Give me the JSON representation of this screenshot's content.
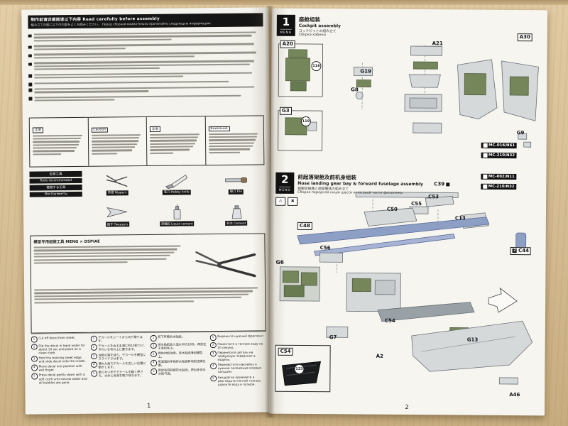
{
  "left_page": {
    "header": {
      "line1": "制作前请详细阅读以下内容  Read carefully before assembly",
      "line2": "組み立ての前に以下の内容をよくお読みください。 Перед сборкой внимательно прочитайте следующую информацию."
    },
    "caution": {
      "headers": [
        "注意",
        "Caution",
        "注意",
        "Внимание"
      ]
    },
    "tools": {
      "tags": [
        "全部工具",
        "Tools recommended",
        "使用する工具",
        "Инструменты"
      ],
      "items": [
        "剪钳 Nippers",
        "笔刀 Hobby knife",
        "锉刀 File",
        "镊子 Tweezers",
        "流缝胶 Liquid cement",
        "胶水 Cement"
      ]
    },
    "partner_box": {
      "title": "模型专用组装工具 MENG × DSPIAE"
    },
    "decal": {
      "numbers": [
        "1",
        "2",
        "3",
        "4",
        "5"
      ],
      "en": [
        "Cut off decal from sheet.",
        "Dip the decal in tepid water for about 10 sec and place on a clean cloth.",
        "Hold the backing sheet edge and slide decal onto the model.",
        "Move decal into position with wet finger.",
        "Press decal gently down with a soft cloth until excess water and all bubbles are gone."
      ],
      "jp": [
        "デカールをシートから切り取ります。",
        "デカールをぬるま湯に約10秒つけ、きれいな布の上に置きます。",
        "台紙の端を持ち、デカールを模型にスライドさせます。",
        "濡れた指でデカールを正しい位置に動かします。",
        "柔らかい布でデカールを軽く押さえ、水分と気泡を取り除きます。"
      ],
      "cn": [
        "剪下所需的水贴纸。",
        "将水贴纸放入温水中约10秒，再放在干净的布上。",
        "捏住衬纸边缘，将水贴纸滑到模型上。",
        "用湿润的手指将水贴纸移动到正确位置。",
        "用软布轻轻按压水贴纸，挤出多余水分和气泡。"
      ],
      "ru": [
        "Вырежьте нужный фрагмент.",
        "Поместите в теплую воду на 10 секунд.",
        "Перенесите деталь на требуемую поверхность модели.",
        "Переместите наклейку в нужное положение мокрым пальцем.",
        "Аккуратно прижмите и разгладьте мягкой тканью, удалите воду и пузыри."
      ]
    },
    "page_number": "1"
  },
  "right_page": {
    "step1": {
      "number": "1",
      "brand": "MENG",
      "title_cn": "座舱组装",
      "title_en": "Cockpit assembly",
      "title_jp": "コックピットの組み立て",
      "title_ru": "Сборка кабины",
      "paints": [
        "MC-016/N61",
        "MC-210/N32"
      ],
      "labels": [
        "A20",
        "A21",
        "A30",
        "G19",
        "G8",
        "G3",
        "G9"
      ],
      "callouts": [
        "116",
        "119"
      ]
    },
    "step2": {
      "number": "2",
      "brand": "MENG",
      "title_cn": "前起落架舱及前机身组装",
      "title_en": "Nose landing gear bay & forward fuselage assembly",
      "title_jp": "前脚収納庫と前部胴体の組み立て",
      "title_ru": "Сборка передней ниши шасси и носовой части фюзеляжа",
      "paints": [
        "MC-002/N11",
        "MC-210/N32"
      ],
      "labels": [
        "C39",
        "C53",
        "C55",
        "C50",
        "C13",
        "C48",
        "C56",
        "C44",
        "G6",
        "G7",
        "C54",
        "A2",
        "G13",
        "A46"
      ],
      "c44_qty": "2",
      "notes": [
        "⚠",
        "✖"
      ],
      "inset": {
        "label": "C54",
        "callout": "123"
      }
    },
    "page_number": "2"
  }
}
